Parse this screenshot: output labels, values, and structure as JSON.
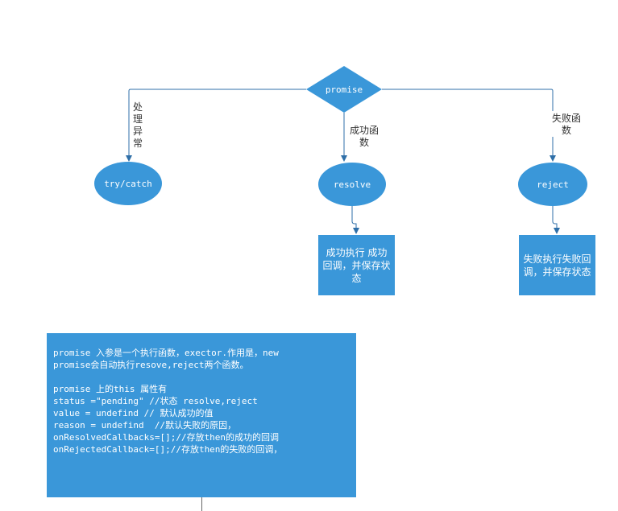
{
  "colors": {
    "fill": "#3a97d9",
    "edge": "#2f6fa8",
    "background": "#ffffff"
  },
  "nodes": {
    "promise": "promise",
    "try_catch": "try/catch",
    "resolve": "resolve",
    "reject": "reject"
  },
  "edge_labels": {
    "handle_exception": [
      "处",
      "理",
      "异",
      "常"
    ],
    "success_fn": [
      "成功函",
      "数"
    ],
    "failure_fn": [
      "失败函",
      "数"
    ]
  },
  "boxes": {
    "resolve_box": "成功执行 成功回调，并保存状态",
    "reject_box": "失败执行失败回调，并保存状态"
  },
  "note": {
    "lines": [
      "promise 入参是一个执行函数，exector.作用是，new",
      "promise会自动执行resove,reject两个函数。",
      "",
      "promise 上的this 属性有",
      "status =\"pending\" //状态 resolve,reject",
      "value = undefind // 默认成功的值",
      "reason = undefind  //默认失败的原因，",
      "onResolvedCallbacks=[];//存放then的成功的回调",
      "onRejectedCallback=[];//存放then的失败的回调，"
    ]
  }
}
